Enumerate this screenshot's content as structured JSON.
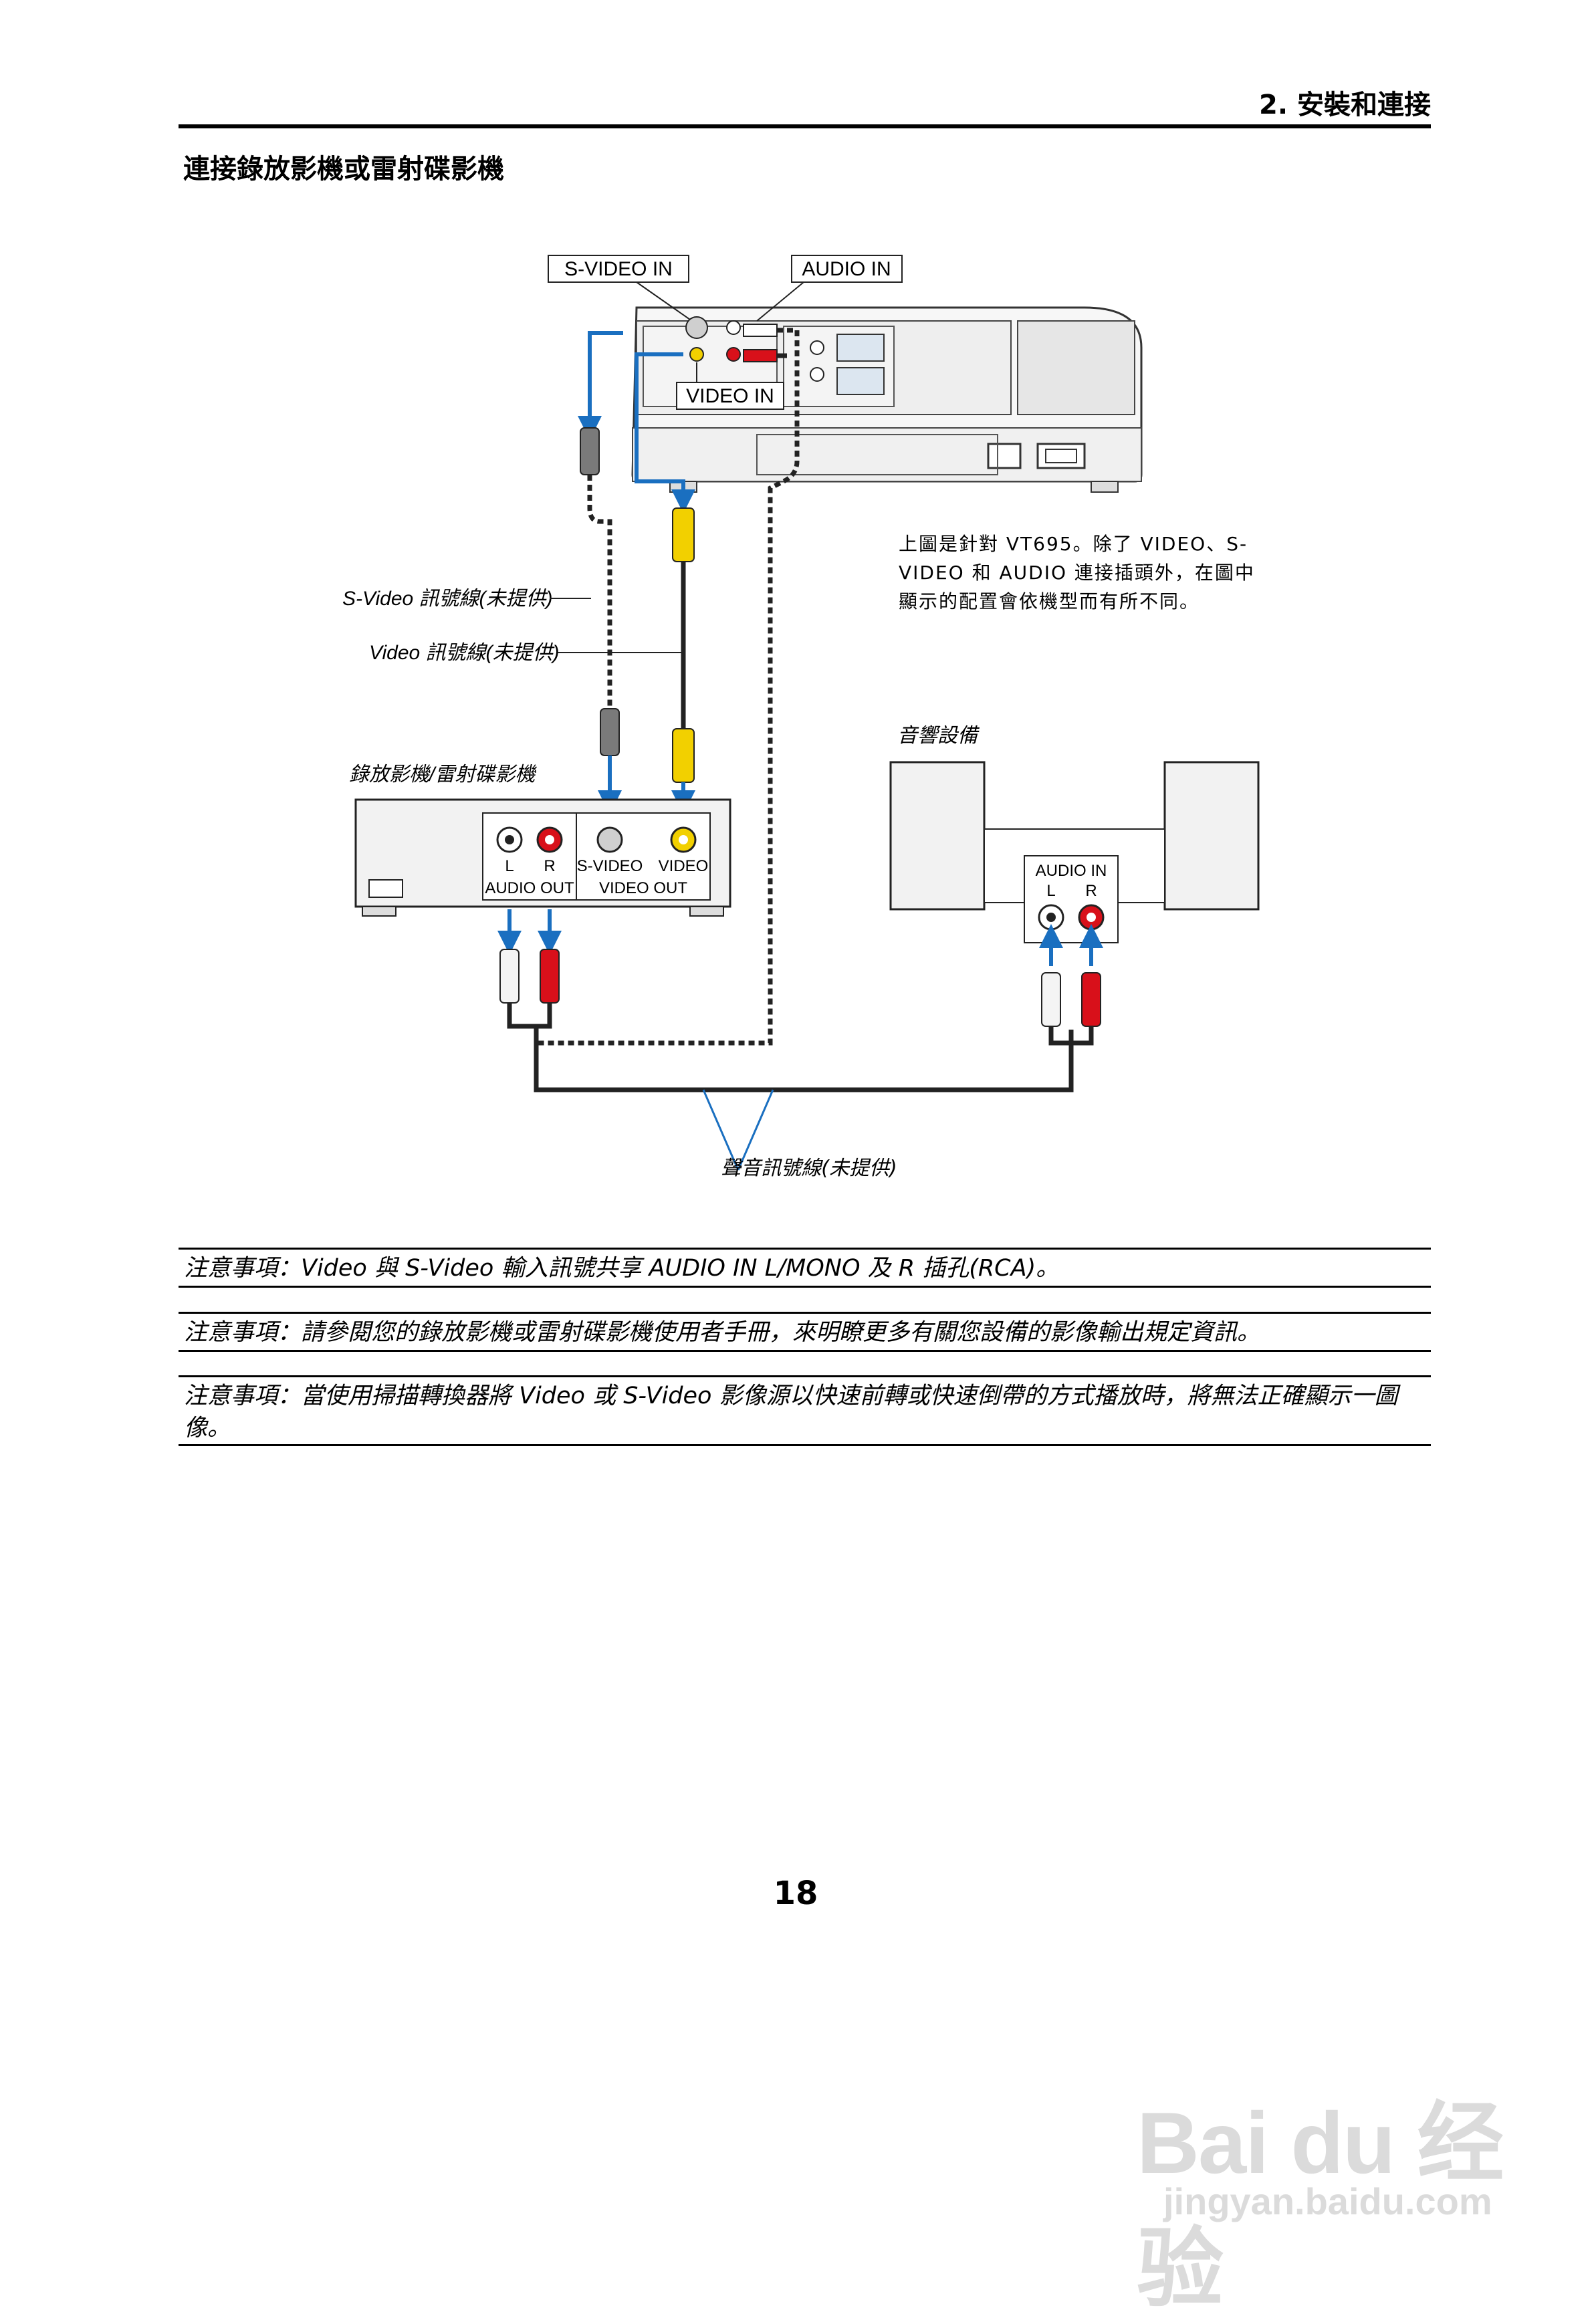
{
  "header": {
    "section": "2. 安裝和連接"
  },
  "title": "連接錄放影機或雷射碟影機",
  "diagram": {
    "projector_labels": {
      "svideo_in": "S-VIDEO IN",
      "audio_in": "AUDIO IN",
      "video_in": "VIDEO IN"
    },
    "description": "上圖是針對 VT695。除了 VIDEO、S-VIDEO 和 AUDIO 連接插頭外，在圖中顯示的配置會依機型而有所不同。",
    "cable_svideo": "S-Video 訊號線(未提供)",
    "cable_video": "Video 訊號線(未提供)",
    "device_label": "錄放影機/雷射碟影機",
    "device_ports": {
      "l": "L",
      "r": "R",
      "svideo": "S-VIDEO",
      "video": "VIDEO",
      "audio_out": "AUDIO OUT",
      "video_out": "VIDEO OUT"
    },
    "audio_equipment_label": "音響設備",
    "audio_equipment_ports": {
      "audio_in": "AUDIO IN",
      "l": "L",
      "r": "R"
    },
    "audio_cable": "聲音訊號線(未提供)"
  },
  "notes": [
    "注意事項：Video 與 S-Video 輸入訊號共享 AUDIO IN L/MONO 及 R 插孔(RCA)。",
    "注意事項：請參閱您的錄放影機或雷射碟影機使用者手冊，來明瞭更多有關您設備的影像輸出規定資訊。",
    "注意事項：當使用掃描轉換器將 Video 或 S-Video 影像源以快速前轉或快速倒帶的方式播放時，將無法正確顯示一圖像。"
  ],
  "page_number": "18",
  "watermark": {
    "brand": "Bai du 经验",
    "url": "jingyan.baidu.com"
  },
  "colors": {
    "cable_blue": "#1a6fc0",
    "rca_red": "#d8101a",
    "rca_yellow": "#f2d000",
    "rca_white": "#f4f4f4",
    "device_gray": "#e8e8e8"
  }
}
